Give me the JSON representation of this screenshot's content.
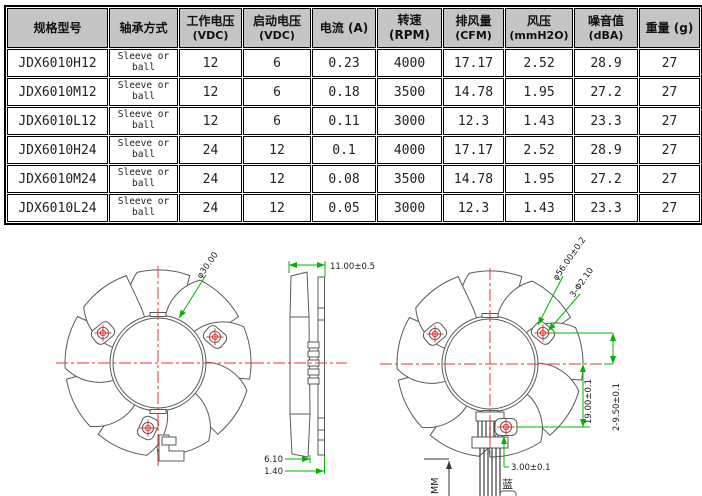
{
  "table": {
    "columns": [
      {
        "label": "规格型号"
      },
      {
        "label": "轴承方式"
      },
      {
        "label": "工作电压",
        "sub": "(VDC)"
      },
      {
        "label": "启动电压",
        "sub": "(VDC)"
      },
      {
        "label": "电流 (A)"
      },
      {
        "label": "转速(RPM)"
      },
      {
        "label": "排风量",
        "sub": "(CFM)"
      },
      {
        "label": "风压",
        "sub": "(mmH2O)"
      },
      {
        "label": "噪音值",
        "sub": "(dBA)"
      },
      {
        "label": "重量 (g)"
      }
    ],
    "rows": [
      {
        "model": "JDX6010H12",
        "bearing": "Sleeve or ball",
        "voltage": "12",
        "start_voltage": "6",
        "current": "0.23",
        "speed": "4000",
        "airflow": "17.17",
        "pressure": "2.52",
        "noise": "28.9",
        "weight": "27"
      },
      {
        "model": "JDX6010M12",
        "bearing": "Sleeve or ball",
        "voltage": "12",
        "start_voltage": "6",
        "current": "0.18",
        "speed": "3500",
        "airflow": "14.78",
        "pressure": "1.95",
        "noise": "27.2",
        "weight": "27"
      },
      {
        "model": "JDX6010L12",
        "bearing": "Sleeve or ball",
        "voltage": "12",
        "start_voltage": "6",
        "current": "0.11",
        "speed": "3000",
        "airflow": "12.3",
        "pressure": "1.43",
        "noise": "23.3",
        "weight": "27"
      },
      {
        "model": "JDX6010H24",
        "bearing": "Sleeve or ball",
        "voltage": "24",
        "start_voltage": "12",
        "current": "0.1",
        "speed": "4000",
        "airflow": "17.17",
        "pressure": "2.52",
        "noise": "28.9",
        "weight": "27"
      },
      {
        "model": "JDX6010M24",
        "bearing": "Sleeve or ball",
        "voltage": "24",
        "start_voltage": "12",
        "current": "0.08",
        "speed": "3500",
        "airflow": "14.78",
        "pressure": "1.95",
        "noise": "27.2",
        "weight": "27"
      },
      {
        "model": "JDX6010L24",
        "bearing": "Sleeve or ball",
        "voltage": "24",
        "start_voltage": "12",
        "current": "0.05",
        "speed": "3000",
        "airflow": "12.3",
        "pressure": "1.43",
        "noise": "23.3",
        "weight": "27"
      }
    ]
  },
  "drawing": {
    "labels": {
      "hub_diameter": "φ30.00",
      "thickness": "11.00±0.5",
      "hub_thickness": "6.10",
      "flange_thickness": "1.40",
      "frame_diameter": "φ56.00±0.2",
      "mounting_holes": "3-Φ2.10",
      "hole_pitch_vertical": "19.00±0.1",
      "hole_pitch_horizontal": "2-9.50±0.1",
      "hole_edge_distance": "3.00±0.1",
      "wire_length_unit": "MM",
      "wire_blue": "蓝"
    },
    "colors": {
      "dimension_line": "#00b400",
      "centerline": "#e83030",
      "outline": "#5a5a5a",
      "header_background": "#c5c5c5"
    }
  }
}
